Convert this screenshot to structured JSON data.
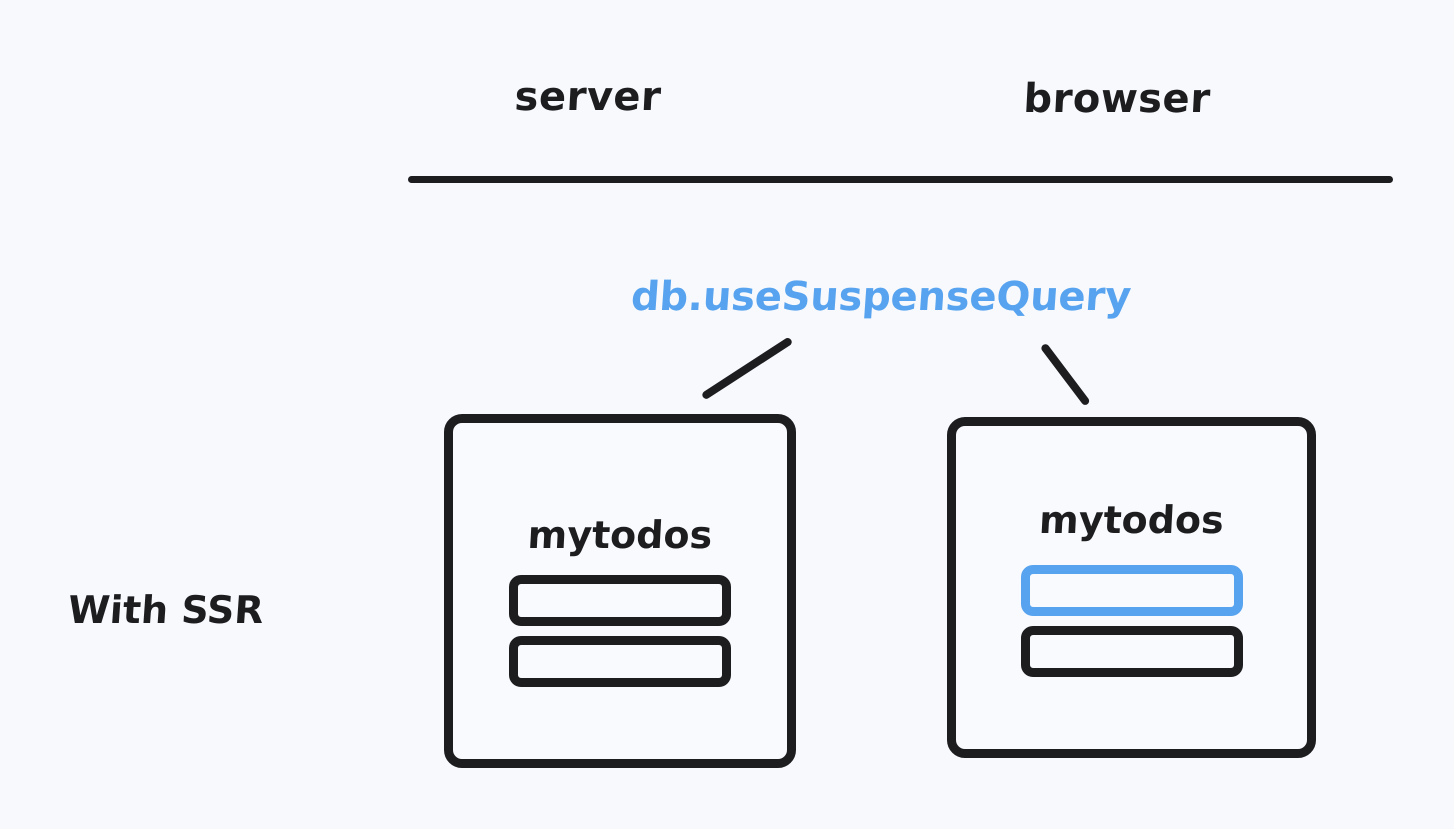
{
  "page": {
    "background_color": "#f7f9fc",
    "ink_color": "#1d1d20",
    "accent_color": "#57a3ef"
  },
  "headers": {
    "server": "server",
    "browser": "browser"
  },
  "row_label": "With SSR",
  "hook_label": "db.useSuspenseQuery",
  "cards": [
    {
      "id": "server",
      "title": "mytodos",
      "todos": [
        {
          "label": "",
          "highlighted": false
        },
        {
          "label": "",
          "highlighted": false
        }
      ]
    },
    {
      "id": "browser",
      "title": "mytodos",
      "todos": [
        {
          "label": "",
          "highlighted": true
        },
        {
          "label": "",
          "highlighted": false
        }
      ]
    }
  ],
  "connectors": [
    {
      "name": "hook-to-server-card",
      "from": "db.useSuspenseQuery",
      "to": "server"
    },
    {
      "name": "hook-to-browser-card",
      "from": "db.useSuspenseQuery",
      "to": "browser"
    }
  ]
}
